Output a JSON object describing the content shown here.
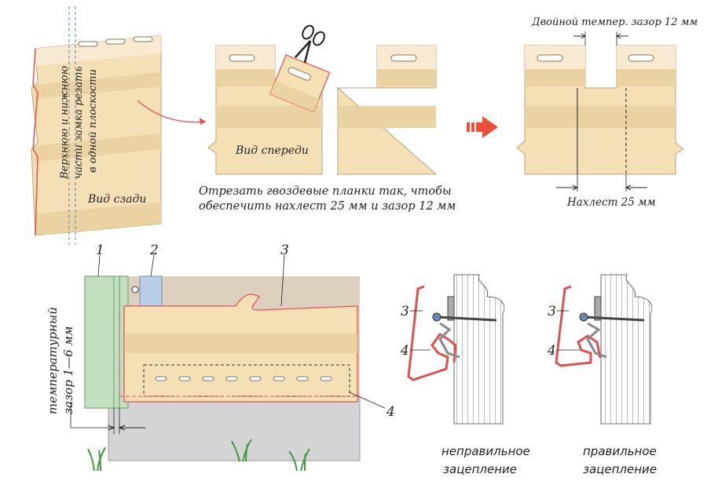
{
  "top": {
    "cut_side_text": [
      "Верхнюю и нижнюю",
      "части замка резать",
      "в одной плоскости"
    ],
    "view_back": "Вид сзади",
    "view_front": "Вид спереди",
    "cut_instruction": [
      "Отрезать гвоздевые планки так, чтобы",
      "обеспечить нахлест 25 мм и зазор 12 мм"
    ],
    "double_gap": "Двойной темпер. зазор 12 мм",
    "overlap": "Нахлест 25 мм"
  },
  "bottom": {
    "temp_gap": [
      "температурный",
      "зазор 1—6 мм"
    ],
    "callouts": {
      "c1": "1",
      "c2": "2",
      "c3": "3",
      "c4": "4"
    },
    "wrong": {
      "num3": "3",
      "num4": "4",
      "caption": [
        "неправильное",
        "зацепление"
      ]
    },
    "right": {
      "num3": "3",
      "num4": "4",
      "caption": [
        "правильное",
        "зацепление"
      ]
    }
  },
  "colors": {
    "siding": "#f4e0b4",
    "siding_band": "#ead3a0",
    "siding_light": "#f8ead0",
    "trim_green": "#c2dfc0",
    "starter_blue": "#b9cfe8",
    "wall_tan": "#ddd0bf",
    "ground_gray": "#d4d4d6",
    "red_line": "#e05050",
    "arrow_red": "#e8503a",
    "hatch": "#555555",
    "grass": "#3f9a3f"
  }
}
